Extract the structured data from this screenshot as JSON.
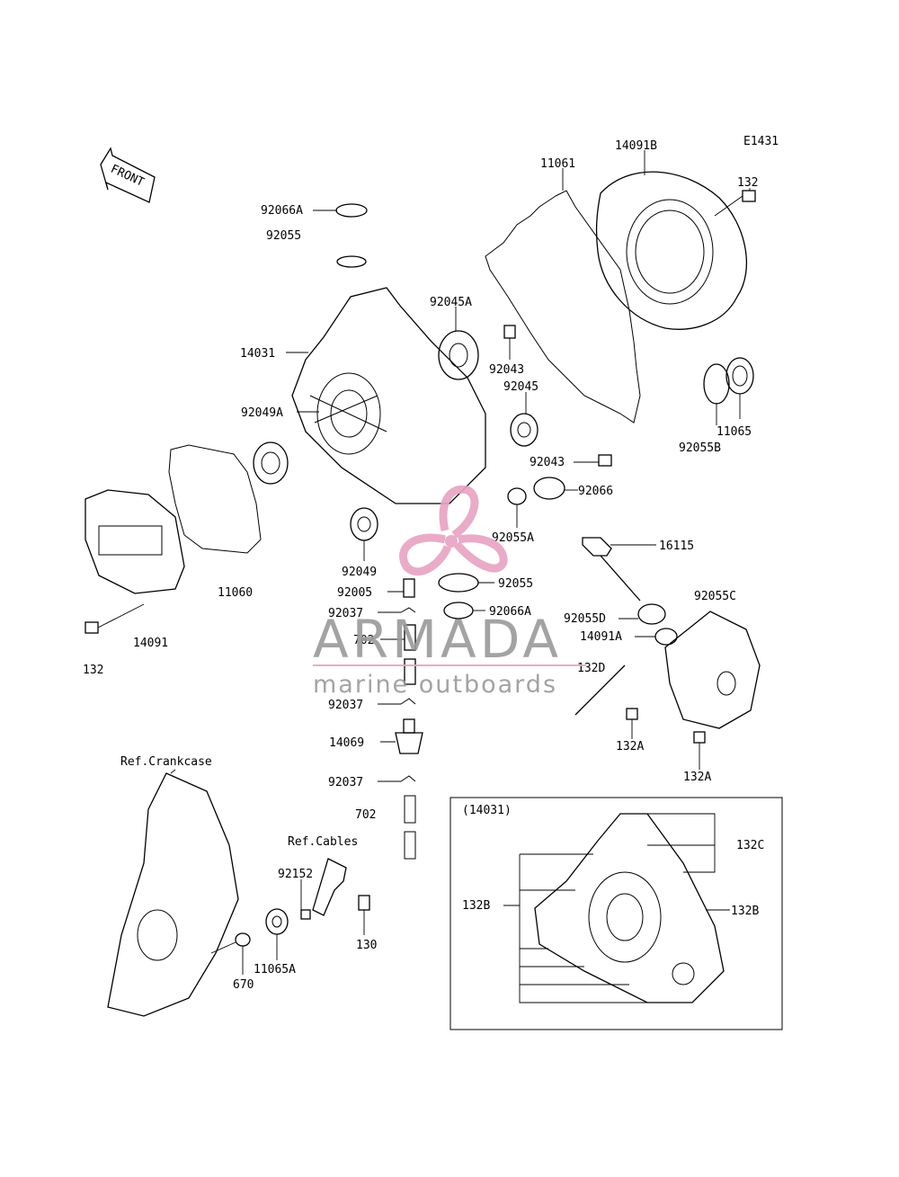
{
  "diagram_code": "E1431",
  "front_label": "FRONT",
  "refs": {
    "crankcase": "Ref.Crankcase",
    "cables": "Ref.Cables"
  },
  "inset": {
    "title": "(14031)",
    "labels": {
      "l132C": "132C",
      "l132B_right": "132B",
      "l132B_left": "132B"
    }
  },
  "parts": {
    "p14091B": "14091B",
    "p11061": "11061",
    "p132_top": "132",
    "p92066A_top": "92066A",
    "p92055_top": "92055",
    "p92045A": "92045A",
    "p14031": "14031",
    "p92043_a": "92043",
    "p92045": "92045",
    "p92049A": "92049A",
    "p11065": "11065",
    "p92055B": "92055B",
    "p92043_b": "92043",
    "p92066": "92066",
    "p92055A": "92055A",
    "p92049": "92049",
    "p16115": "16115",
    "p11060": "11060",
    "p92055_mid": "92055",
    "p92005": "92005",
    "p92066A_mid": "92066A",
    "p92055C": "92055C",
    "p92037_a": "92037",
    "p92055D": "92055D",
    "p14091": "14091",
    "p702_a": "702",
    "p14091A": "14091A",
    "p132_left": "132",
    "p132D": "132D",
    "p92037_b": "92037",
    "p14069": "14069",
    "p132A_a": "132A",
    "p132A_b": "132A",
    "p92037_c": "92037",
    "p702_b": "702",
    "p92152": "92152",
    "p130": "130",
    "p11065A": "11065A",
    "p670": "670"
  },
  "watermark": {
    "brand": "ARMADA",
    "tagline": "marine outboards",
    "colors": {
      "text": "#9a9a9a",
      "accent": "#e7a3c3"
    }
  }
}
